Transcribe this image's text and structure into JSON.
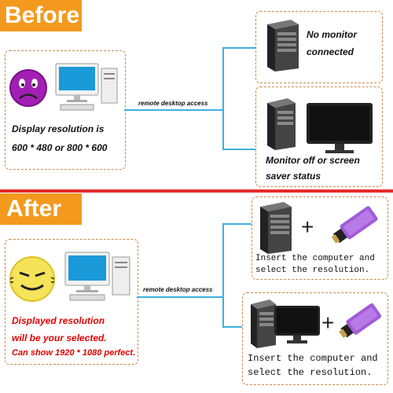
{
  "before": {
    "banner": "Before",
    "left_text_1": "Display resolution is",
    "left_text_2": "600 * 480 or 800 * 600",
    "connector_label": "remote desktop access",
    "right_top_1": "No monitor",
    "right_top_2": "connected",
    "right_bottom_1": "Monitor off or screen",
    "right_bottom_2": "saver status"
  },
  "after": {
    "banner": "After",
    "left_text_1": "Displayed resolution",
    "left_text_2": "will be your selected.",
    "left_text_3": "Can show 1920 * 1080 perfect.",
    "connector_label": "remote desktop access",
    "right_top_1": "Insert the computer and",
    "right_top_2": "select the resolution.",
    "right_bottom_1": "Insert the computer and",
    "right_bottom_2": "select the resolution."
  },
  "colors": {
    "banner": "#f39a1e",
    "divider": "#e52a2a",
    "connector": "#3fb0e0",
    "accent_text": "#e00000"
  }
}
